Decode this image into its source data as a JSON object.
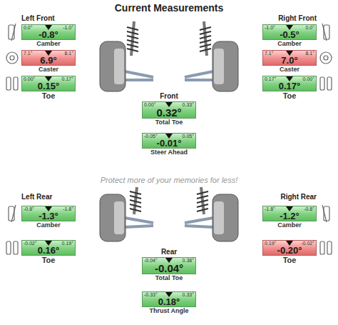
{
  "diagram": {
    "title": "Current Measurements",
    "nodes": [
      {
        "text": [
          "0.0°",
          "-1.0°",
          "-0.8°",
          "Camber"
        ]
      },
      {
        "text": [
          "-1.0°",
          "0.0°",
          "-0.5°",
          "Camber"
        ]
      },
      {
        "text": [
          "7.1°",
          "8.1°",
          "6.9°",
          "Caster"
        ]
      },
      {
        "text": [
          "7.1°",
          "8.1°",
          "7.0°",
          "Caster"
        ]
      },
      {
        "text": [
          "0.00°",
          "0.17°",
          "0.15°",
          "Toe"
        ]
      },
      {
        "text": [
          "0.17°",
          "0.00°",
          "0.17°",
          "Toe"
        ]
      },
      {
        "text": [
          "0.00°",
          "0.33°",
          "0.32°",
          "Total Toe"
        ]
      },
      {
        "text": [
          "-0.05°",
          "0.05°",
          "-0.01°",
          "Steer Ahead"
        ]
      },
      {
        "text": [
          "-0.8°",
          "-1.8°",
          "-1.3°",
          "Camber"
        ]
      },
      {
        "text": [
          "-1.8°",
          "-0.8°",
          "-1.2°",
          "Camber"
        ]
      },
      {
        "text": [
          "-0.02°",
          "0.19°",
          "0.16°",
          "Toe"
        ]
      },
      {
        "text": [
          "0.19°",
          "-0.02°",
          "-0.20°",
          "Toe"
        ]
      },
      {
        "text": [
          "-0.04°",
          "0.38°",
          "-0.04°",
          "Total Toe"
        ]
      },
      {
        "text": [
          "-0.33°",
          "0.33°",
          "0.18°",
          "Thrust Angle"
        ]
      }
    ],
    "labels": [
      "Left Front",
      "Right Front",
      "Front",
      "Left Rear",
      "Right Rear",
      "Rear",
      "Protect more of your memories for less!"
    ]
  }
}
